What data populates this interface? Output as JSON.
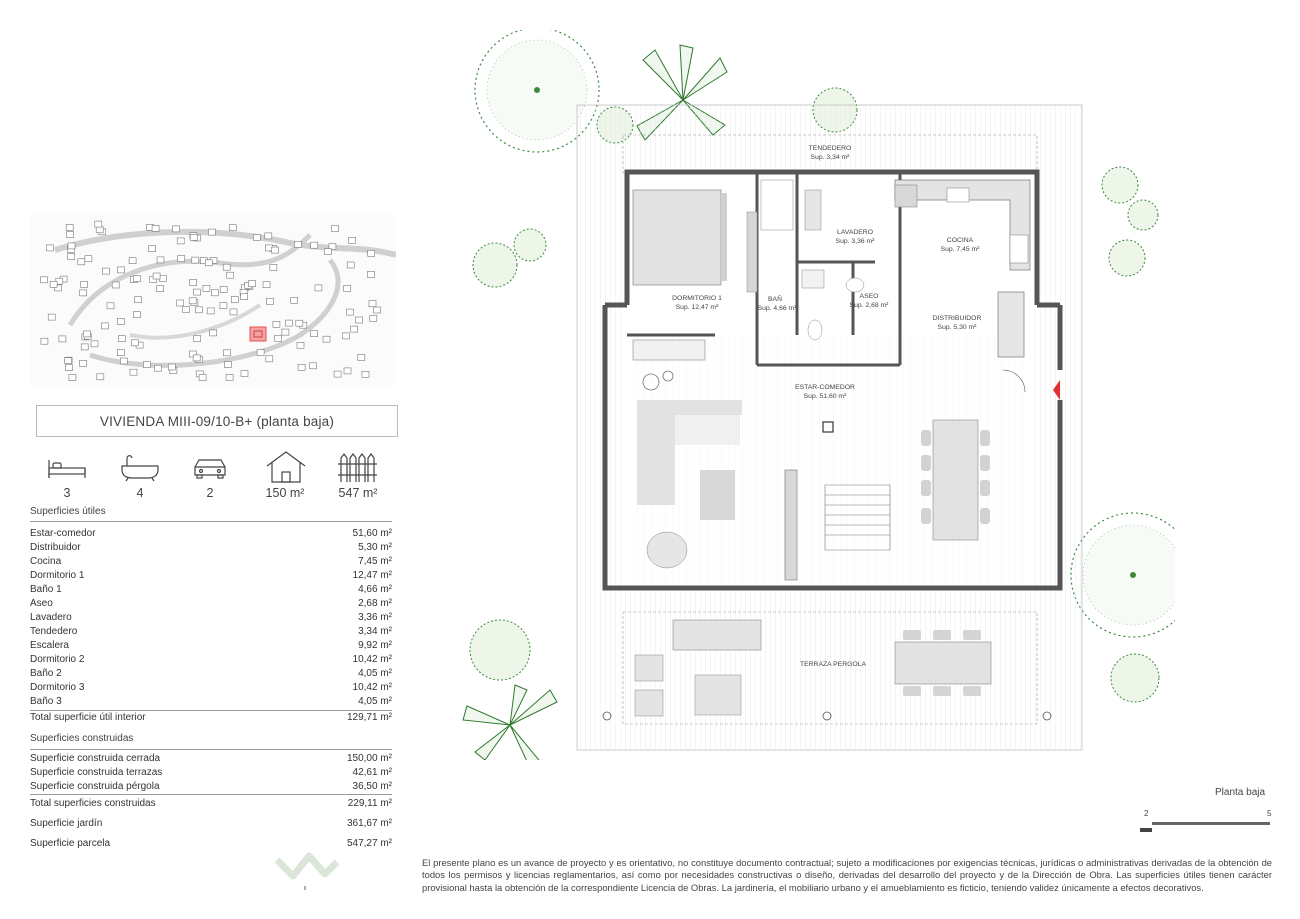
{
  "title": "VIVIENDA MIII-09/10-B+ (planta baja)",
  "icons": [
    {
      "icon": "bed-icon",
      "value": "3"
    },
    {
      "icon": "bathtub-icon",
      "value": "4"
    },
    {
      "icon": "car-icon",
      "value": "2"
    },
    {
      "icon": "house-icon",
      "value": "150 m²"
    },
    {
      "icon": "fence-icon",
      "value": "547 m²"
    }
  ],
  "useful": {
    "heading": "Superficies útiles",
    "rows": [
      {
        "label": "Estar-comedor",
        "value": "51,60 m²"
      },
      {
        "label": "Distribuidor",
        "value": "5,30 m²"
      },
      {
        "label": "Cocina",
        "value": "7,45 m²"
      },
      {
        "label": "Dormitorio 1",
        "value": "12,47 m²"
      },
      {
        "label": "Baño 1",
        "value": "4,66 m²"
      },
      {
        "label": "Aseo",
        "value": "2,68 m²"
      },
      {
        "label": "Lavadero",
        "value": "3,36 m²"
      },
      {
        "label": "Tendedero",
        "value": "3,34 m²"
      },
      {
        "label": "Escalera",
        "value": "9,92 m²"
      },
      {
        "label": "Dormitorio 2",
        "value": "10,42 m²"
      },
      {
        "label": "Baño 2",
        "value": "4,05 m²"
      },
      {
        "label": "Dormitorio 3",
        "value": "10,42 m²"
      },
      {
        "label": "Baño 3",
        "value": "4,05 m²"
      }
    ],
    "total_label": "Total superficie útil interior",
    "total_value": "129,71 m²"
  },
  "built": {
    "heading": "Superficies construidas",
    "rows": [
      {
        "label": "Superficie construida cerrada",
        "value": "150,00 m²"
      },
      {
        "label": "Superficie construida terrazas",
        "value": "42,61 m²"
      },
      {
        "label": "Superficie construida pérgola",
        "value": "36,50 m²"
      }
    ],
    "total_label": "Total superficies construidas",
    "total_value": "229,11 m²"
  },
  "garden": {
    "label": "Superficie jardín",
    "value": "361,67 m²"
  },
  "plot": {
    "label": "Superficie parcela",
    "value": "547,27 m²"
  },
  "rooms": {
    "tendedero": {
      "name": "TENDEDERO",
      "area": "Sup. 3,34 m²"
    },
    "lavadero": {
      "name": "LAVADERO",
      "area": "Sup. 3,36 m²"
    },
    "cocina": {
      "name": "COCINA",
      "area": "Sup. 7,45 m²"
    },
    "dormitorio": {
      "name": "DORMITORIO 1",
      "area": "Sup. 12,47 m²"
    },
    "bano": {
      "name": "BAÑ",
      "area": "Sup. 4,66 m²"
    },
    "aseo": {
      "name": "ASEO",
      "area": "Sup. 2,68 m²"
    },
    "distribuidor": {
      "name": "DISTRIBUIDOR",
      "area": "Sup. 5,30 m²"
    },
    "estar": {
      "name": "ESTAR-COMEDOR",
      "area": "Sup. 51,60 m²"
    },
    "terraza": {
      "name": "TERRAZA PERGOLA"
    }
  },
  "plan_caption": "Planta baja",
  "scale": {
    "start": "2",
    "end": "5"
  },
  "disclaimer": "El presente plano es un avance de proyecto y es orientativo, no constituye documento contractual; sujeto a modificaciones por exigencias técnicas, jurídicas o administrativas derivadas de la obtención de todos los permisos y licencias reglamentarios, así como por necesidades constructivas o diseño, derivadas del desarrollo del proyecto y de la Dirección de Obra. Las superficies útiles tienen carácter provisional hasta la obtención de la correspondiente Licencia de Obras. La jardinería, el mobiliario urbano y el amueblamiento es ficticio, teniendo validez únicamente a efectos decorativos.",
  "colors": {
    "highlight": "#e05050",
    "tree": "#3d8a3d",
    "wall": "#555555"
  }
}
